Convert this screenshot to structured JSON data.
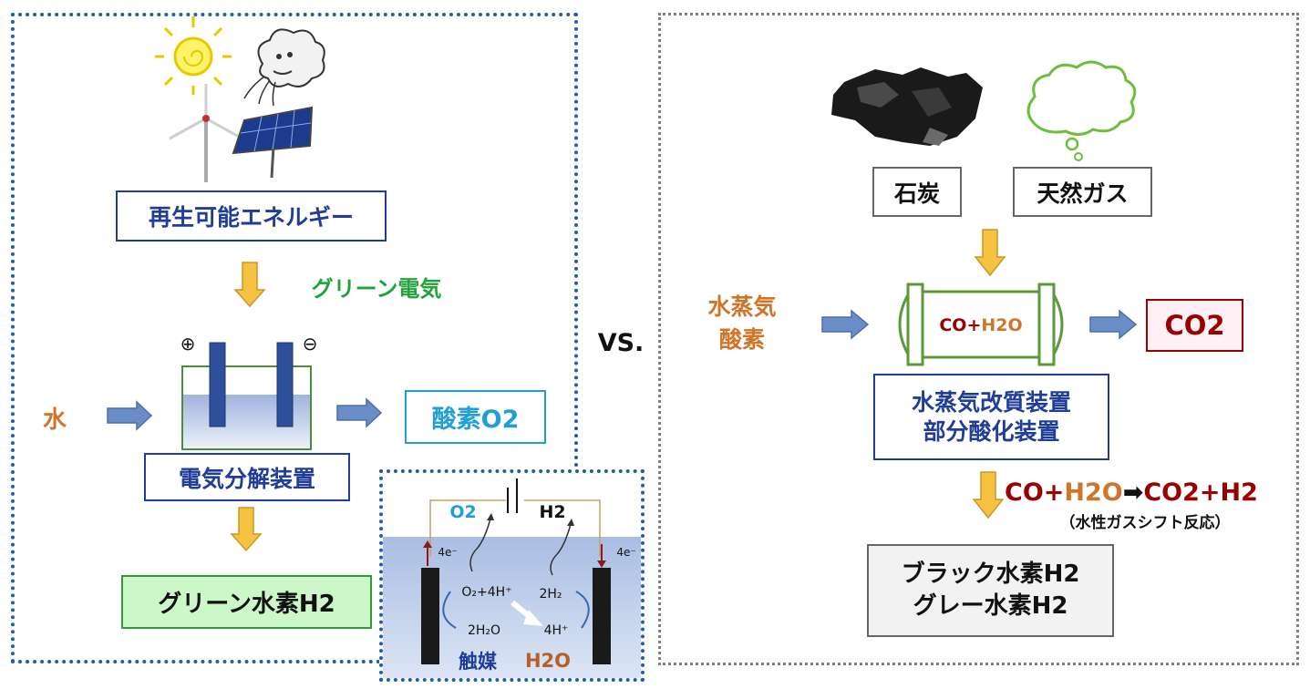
{
  "left": {
    "renewable_label": "再生可能エネルギー",
    "green_power_label": "グリーン電気",
    "plus_symbol": "⊕",
    "minus_symbol": "⊖",
    "water_label": "水",
    "oxygen_label": "酸素O2",
    "electrolyzer_label": "電気分解装置",
    "green_hydrogen_label": "グリーン水素H2"
  },
  "vs_label": "VS.",
  "inset": {
    "o2": "O2",
    "h2": "H2",
    "electrons_left": "4e⁻",
    "electrons_right": "4e⁻",
    "anode_reaction": "O₂+4H⁺",
    "cathode_product": "2H₂",
    "anode_water": "2H₂O",
    "protons": "4H⁺",
    "catalyst": "触媒",
    "water": "H2O"
  },
  "right": {
    "coal_label": "石炭",
    "gas_label": "天然ガス",
    "steam_label": "水蒸気",
    "oxygen_label": "酸素",
    "reactor_co": "CO+",
    "reactor_h2o": "H2O",
    "co2_label": "CO2",
    "reformer_line1": "水蒸気改質装置",
    "reformer_line2": "部分酸化装置",
    "shift_co": "CO+",
    "shift_h2o": "H2O",
    "shift_arrow": "➡",
    "shift_co2": "CO2",
    "shift_h2": "+H2",
    "shift_note": "（水性ガスシフト反応）",
    "black_hydrogen": "ブラック水素H2",
    "grey_hydrogen": "グレー水素H2"
  },
  "colors": {
    "panel_left_border": "#1f5fa8",
    "panel_right_border": "#808080",
    "label_blue": "#1f3d99",
    "green_text": "#22a33a",
    "orange_text": "#d0742a",
    "dark_red": "#990000",
    "arrow_fill": "#6a8cc7",
    "down_arrow_fill": "#f5c242"
  }
}
